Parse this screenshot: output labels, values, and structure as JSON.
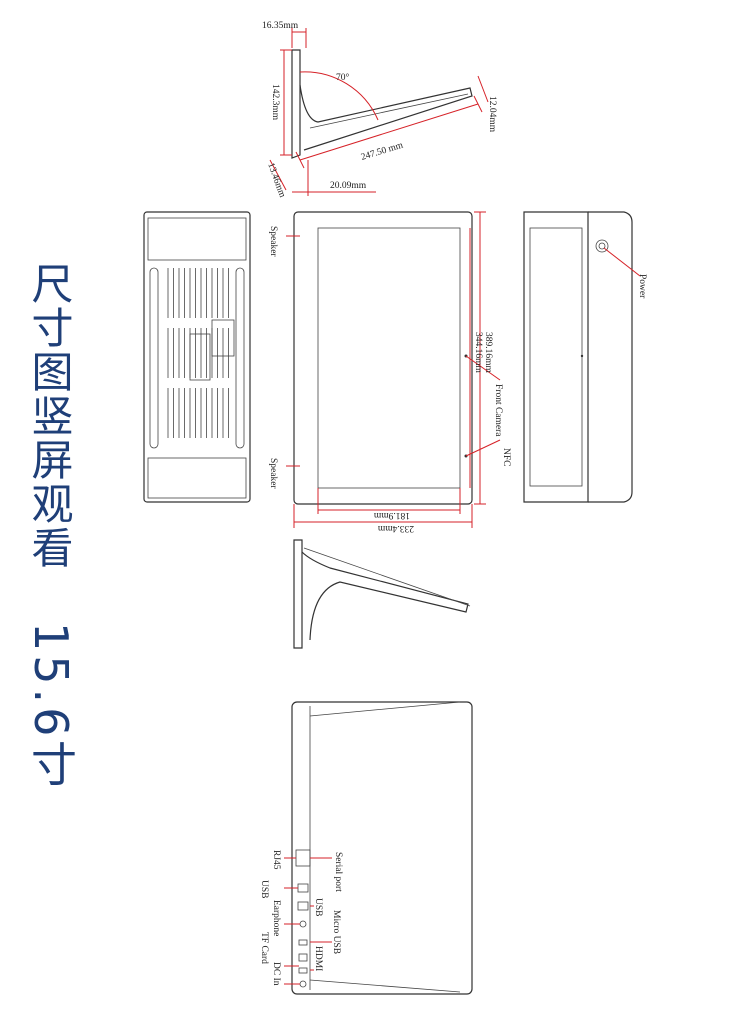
{
  "title": {
    "line1": "尺寸图竖屏观看",
    "line2": "15.6寸"
  },
  "colors": {
    "title": "#1f3f78",
    "dimension": "#d62228",
    "device": "#333333"
  },
  "side_view_dims": {
    "width_top": "16.35mm",
    "height": "142.3mm",
    "angle": "70°",
    "stand_length": "247.50 mm",
    "foot_thickness": "12.04mm",
    "base_thickness": "13.46mm",
    "base_width": "20.09mm"
  },
  "front_view": {
    "speaker_top": "Speaker",
    "speaker_bottom": "Speaker",
    "outer_height": "389.16mm",
    "screen_height": "344.16mm",
    "front_camera": "Front Camera",
    "nfc": "NFC",
    "screen_width": "181.9mm",
    "outer_width": "233.4mm"
  },
  "right_view": {
    "power": "Power"
  },
  "ports": {
    "left": [
      "RJ45",
      "USB",
      "Earphone",
      "TF Card",
      "DC In"
    ],
    "right": [
      "Serial port",
      "USB",
      "Micro USB",
      "HDMI"
    ]
  }
}
